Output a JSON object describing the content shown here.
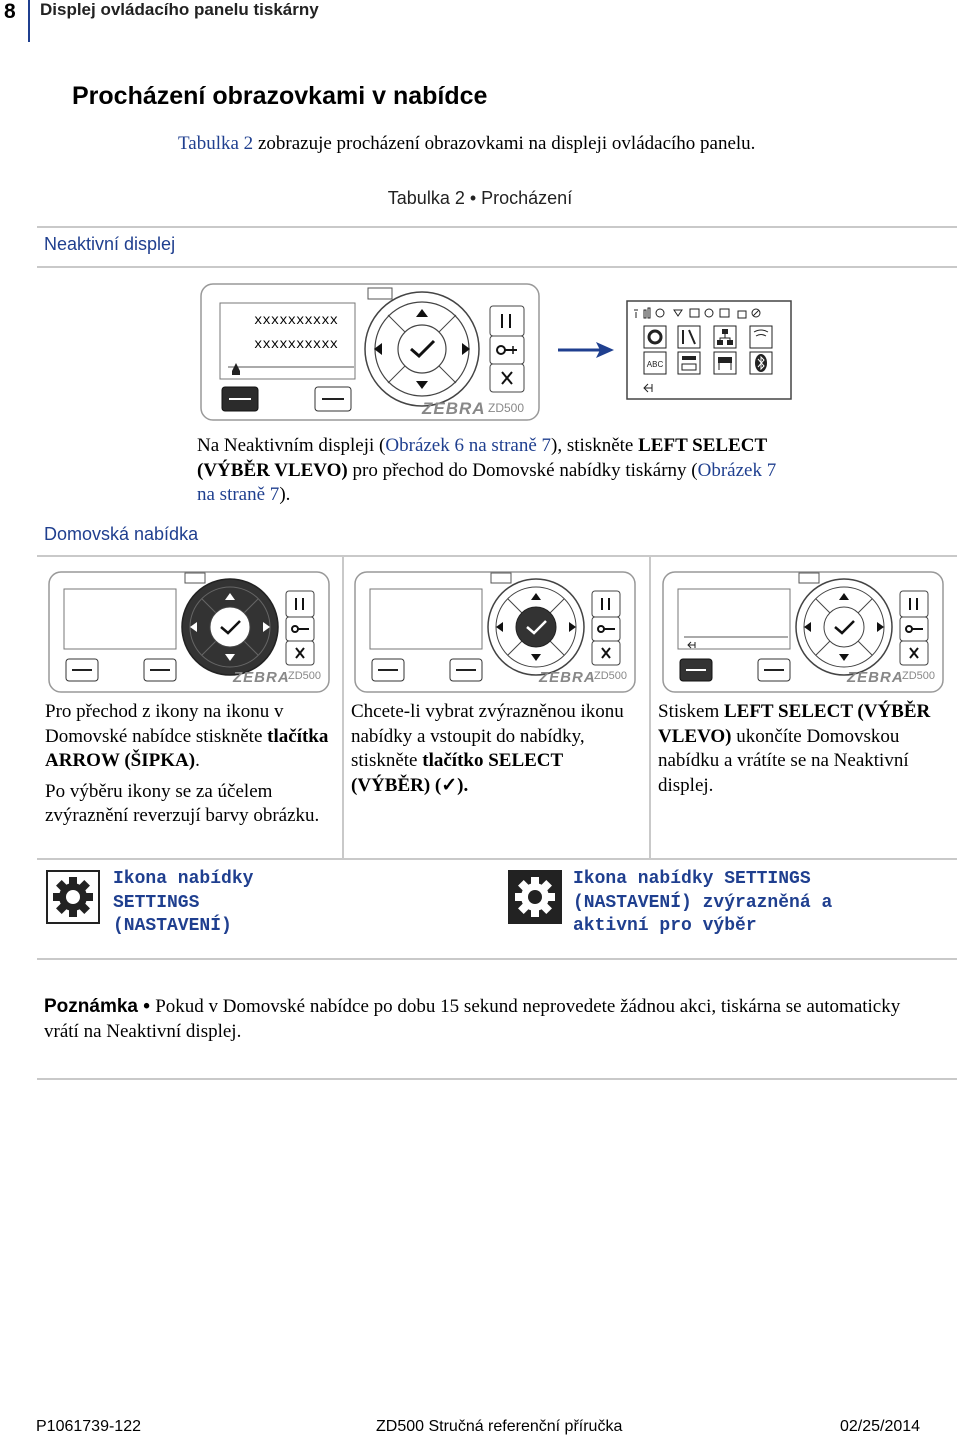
{
  "header": {
    "page_number": "8",
    "chapter_title": "Displej ovládacího panelu tiskárny"
  },
  "section": {
    "title": "Procházení obrazovkami v nabídce",
    "intro_link": "Tabulka 2",
    "intro_rest": " zobrazuje procházení obrazovkami na displeji ovládacího panelu."
  },
  "table": {
    "title": "Tabulka 2 • Procházení",
    "idle_row": {
      "label": "Neaktivní displej",
      "screen_line1": "xxxxxxxxxx",
      "screen_line2": "xxxxxxxxxx",
      "brand": "ZEBRA",
      "model": "ZD500",
      "text_part1": "Na Neaktivním displeji (",
      "link1": "Obrázek 6 na straně 7",
      "text_part2": "), stiskněte ",
      "bold1": "LEFT SELECT (VÝBĚR VLEVO)",
      "text_part3": " pro přechod do Domovské nabídky tiskárny (",
      "link2": "Obrázek 7 na straně 7",
      "text_part4": ")."
    },
    "home_row": {
      "label": "Domovská nabídka",
      "panels": [
        {
          "brand": "ZEBRA",
          "model": "ZD500"
        },
        {
          "brand": "ZEBRA",
          "model": "ZD500"
        },
        {
          "brand": "ZEBRA",
          "model": "ZD500"
        }
      ],
      "col1": {
        "p1_text": "Pro přechod z ikony na ikonu v Domovské nabídce stiskněte ",
        "p1_bold": "tlačítka ARROW (ŠIPKA)",
        "p1_end": ".",
        "p2": "Po výběru ikony se za účelem zvýraznění reverzují barvy obrázku."
      },
      "col2": {
        "text": "Chcete-li vybrat zvýrazněnou ikonu nabídky a vstoupit do nabídky, stiskněte ",
        "bold": "tlačítko SELECT (VÝBĚR) (",
        "check": "✓",
        "bold_end": ")."
      },
      "col3": {
        "text_start": "Stiskem ",
        "bold": "LEFT SELECT (VÝBĚR VLEVO)",
        "text_end": " ukončíte Domovskou nabídku a vrátíte se na Neaktivní displej."
      },
      "icon_normal_caption": "Ikona nabídky SETTINGS (NASTAVENÍ)",
      "icon_highlight_caption": "Ikona nabídky SETTINGS (NASTAVENÍ) zvýrazněná a aktivní pro výběr"
    }
  },
  "note": {
    "label": "Poznámka • ",
    "text": "Pokud v Domovské nabídce po dobu 15 sekund neprovedete žádnou akci, tiskárna se automaticky vrátí na Neaktivní displej."
  },
  "footer": {
    "doc_id": "P1061739-122",
    "doc_title": "ZD500 Stručná referenční příručka",
    "date": "02/25/2014"
  },
  "colors": {
    "accent_blue": "#1f3f8f",
    "rule_gray": "#c9c9c9",
    "key_dark": "#333333"
  }
}
